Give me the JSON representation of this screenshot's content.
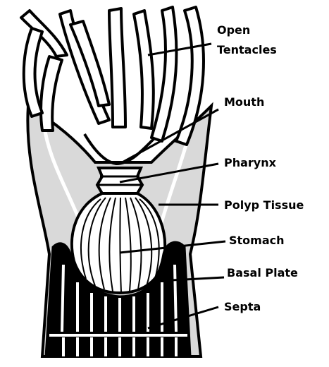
{
  "diagram": {
    "colors": {
      "outline": "#000000",
      "tissue": "#d9d9d9",
      "background": "#ffffff",
      "skeleton": "#000000"
    },
    "labels": {
      "open_tentacles_line1": "Open",
      "open_tentacles_line2": "Tentacles",
      "mouth": "Mouth",
      "pharynx": "Pharynx",
      "polyp_tissue": "Polyp Tissue",
      "stomach": "Stomach",
      "basal_plate": "Basal Plate",
      "septa": "Septa"
    }
  }
}
